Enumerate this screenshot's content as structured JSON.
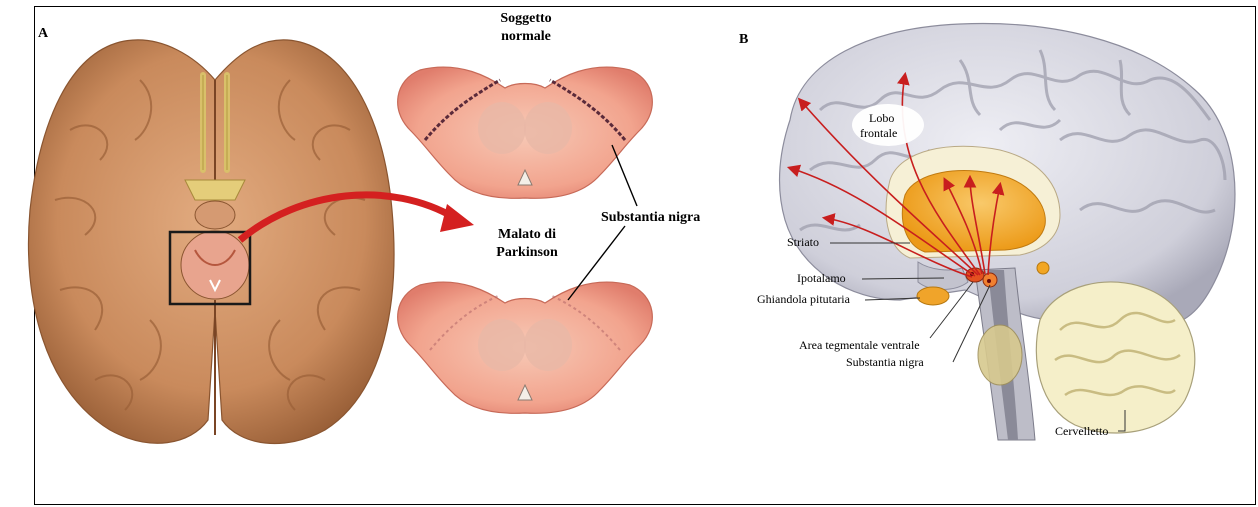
{
  "panel_a": {
    "letter": "A",
    "label_normal_line1": "Soggetto",
    "label_normal_line2": "normale",
    "label_parkinson_line1": "Malato di",
    "label_parkinson_line2": "Parkinson",
    "label_substantia": "Substantia nigra"
  },
  "panel_b": {
    "letter": "B",
    "label_lobo_line1": "Lobo",
    "label_lobo_line2": "frontale",
    "label_striato": "Striato",
    "label_ipotalamo": "Ipotalamo",
    "label_ghiandola": "Ghiandola pitutaria",
    "label_area": "Area tegmentale ventrale",
    "label_substantia": "Substantia nigra",
    "label_cervelletto": "Cervelletto"
  },
  "colors": {
    "brain_tan": "#c98a5c",
    "brain_light": "#dba278",
    "section_pink": "#f2a48e",
    "arrow_red": "#d42020",
    "cortex_grey": "#d2d2dc",
    "striatum_orange": "#f2a623",
    "cerebellum_cream": "#f5efc9"
  }
}
